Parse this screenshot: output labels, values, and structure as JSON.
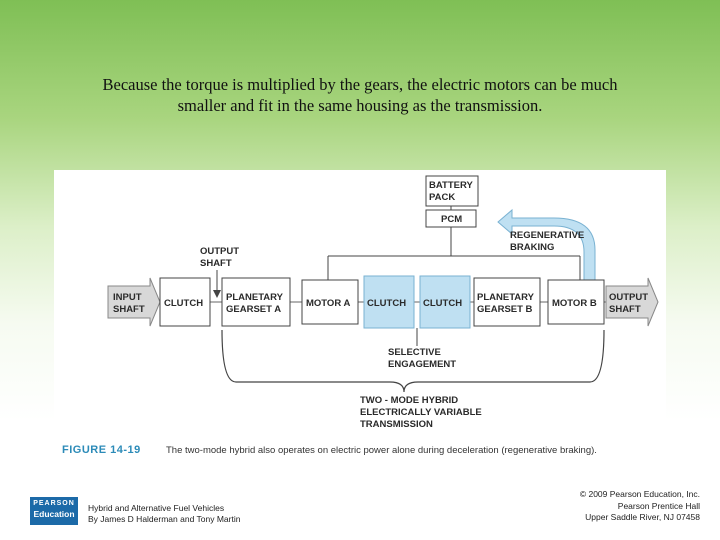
{
  "heading": {
    "line1": "Because the torque is multiplied by the gears, the electric motors can be much",
    "line2": "smaller and fit in the same housing as the transmission."
  },
  "diagram": {
    "battery_line1": "BATTERY",
    "battery_line2": "PACK",
    "pcm": "PCM",
    "regen_line1": "REGENERATIVE",
    "regen_line2": "BRAKING",
    "output_shaft_top_line1": "OUTPUT",
    "output_shaft_top_line2": "SHAFT",
    "input_line1": "INPUT",
    "input_line2": "SHAFT",
    "clutch1": "CLUTCH",
    "planetary_a_line1": "PLANETARY",
    "planetary_a_line2": "GEARSET A",
    "motor_a": "MOTOR A",
    "clutch2": "CLUTCH",
    "clutch3": "CLUTCH",
    "planetary_b_line1": "PLANETARY",
    "planetary_b_line2": "GEARSET B",
    "motor_b": "MOTOR B",
    "output_right_line1": "OUTPUT",
    "output_right_line2": "SHAFT",
    "selective_line1": "SELECTIVE",
    "selective_line2": "ENGAGEMENT",
    "twomode_line1": "TWO - MODE HYBRID",
    "twomode_line2": "ELECTRICALLY VARIABLE",
    "twomode_line3": "TRANSMISSION",
    "figure_tag": "FIGURE 14-19",
    "figure_caption": "The two-mode hybrid also operates on electric power alone during deceleration (regenerative braking)."
  },
  "logo": {
    "top": "PEARSON",
    "bottom": "Education"
  },
  "footer_left": {
    "line1": "Hybrid and Alternative Fuel Vehicles",
    "line2": "By James D Halderman and Tony Martin"
  },
  "footer_right": {
    "line1": "© 2009 Pearson Education, Inc.",
    "line2": "Pearson Prentice Hall",
    "line3": "Upper Saddle River, NJ 07458"
  }
}
